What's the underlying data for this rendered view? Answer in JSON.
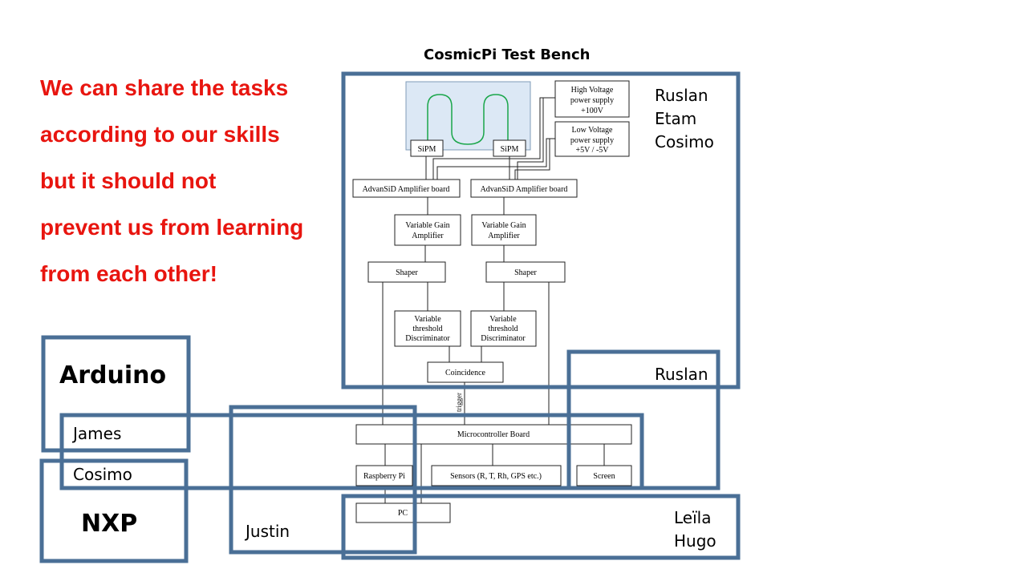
{
  "title": "CosmicPi Test Bench",
  "message": [
    "We can share the tasks",
    "according to our skills",
    "but it should not",
    "prevent us from learning",
    "from each other!"
  ],
  "teams": {
    "top": [
      "Ruslan",
      "Etam",
      "Cosimo"
    ],
    "right": "Ruslan",
    "arduino": "Arduino",
    "james": "James",
    "cosimo": "Cosimo",
    "nxp": "NXP",
    "justin": "Justin",
    "bottom": [
      "Leïla",
      "Hugo"
    ]
  },
  "nodes": {
    "sipm_left": "SiPM",
    "sipm_right": "SiPM",
    "hv": [
      "High Voltage",
      "power supply",
      "+100V"
    ],
    "lv": [
      "Low Voltage",
      "power supply",
      "+5V / -5V"
    ],
    "amp_left": "AdvanSiD Amplifier board",
    "amp_right": "AdvanSiD Amplifier board",
    "vga_left": [
      "Variable Gain",
      "Amplifier"
    ],
    "vga_right": [
      "Variable Gain",
      "Amplifier"
    ],
    "shaper_left": "Shaper",
    "shaper_right": "Shaper",
    "disc_left": [
      "Variable",
      "threshold",
      "Discriminator"
    ],
    "disc_right": [
      "Variable",
      "threshold",
      "Discriminator"
    ],
    "coincidence": "Coincidence",
    "trigger": "trigger",
    "mcu": "Microcontroller Board",
    "rpi": "Raspberry Pi",
    "sensors": "Sensors (R, T, Rh, GPS etc.)",
    "screen": "Screen",
    "pc": "PC"
  },
  "colors": {
    "message": "#e8150f",
    "team_box": "#4a6f96",
    "sensor_fill": "#dce8f5",
    "fiber": "#1aa64a"
  }
}
